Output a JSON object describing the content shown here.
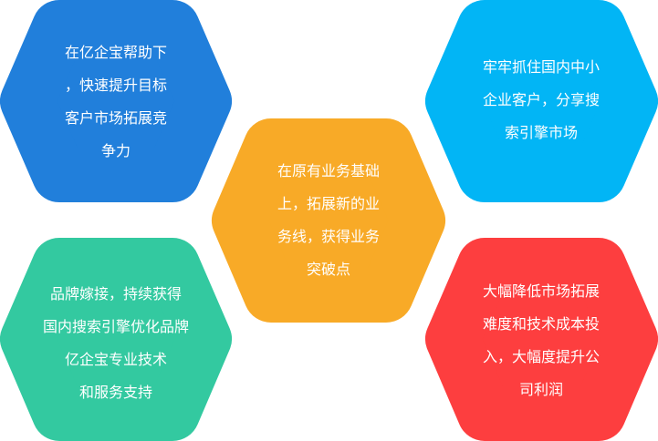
{
  "colors": {
    "blue": "#217fdb",
    "cyan": "#02b5f5",
    "orange": "#f8aa27",
    "green": "#33c9a0",
    "red": "#fd3e3f"
  },
  "hexagons": {
    "top_left": {
      "lines": [
        "在亿企宝帮助下",
        "，快速提升目标",
        "客户市场拓展竞",
        "争力"
      ]
    },
    "top_right": {
      "lines": [
        "牢牢抓住国内中小",
        "企业客户，分享搜",
        "索引擎市场"
      ]
    },
    "center": {
      "lines": [
        "在原有业务基础",
        "上，拓展新的业",
        "务线，获得业务",
        "突破点"
      ]
    },
    "bottom_left": {
      "lines": [
        "品牌嫁接，持续获得",
        "国内搜索引擎优化品牌",
        "亿企宝专业技术",
        "和服务支持"
      ]
    },
    "bottom_right": {
      "lines": [
        "大幅降低市场拓展",
        "难度和技术成本投",
        "入，大幅度提升公",
        "司利润"
      ]
    }
  }
}
